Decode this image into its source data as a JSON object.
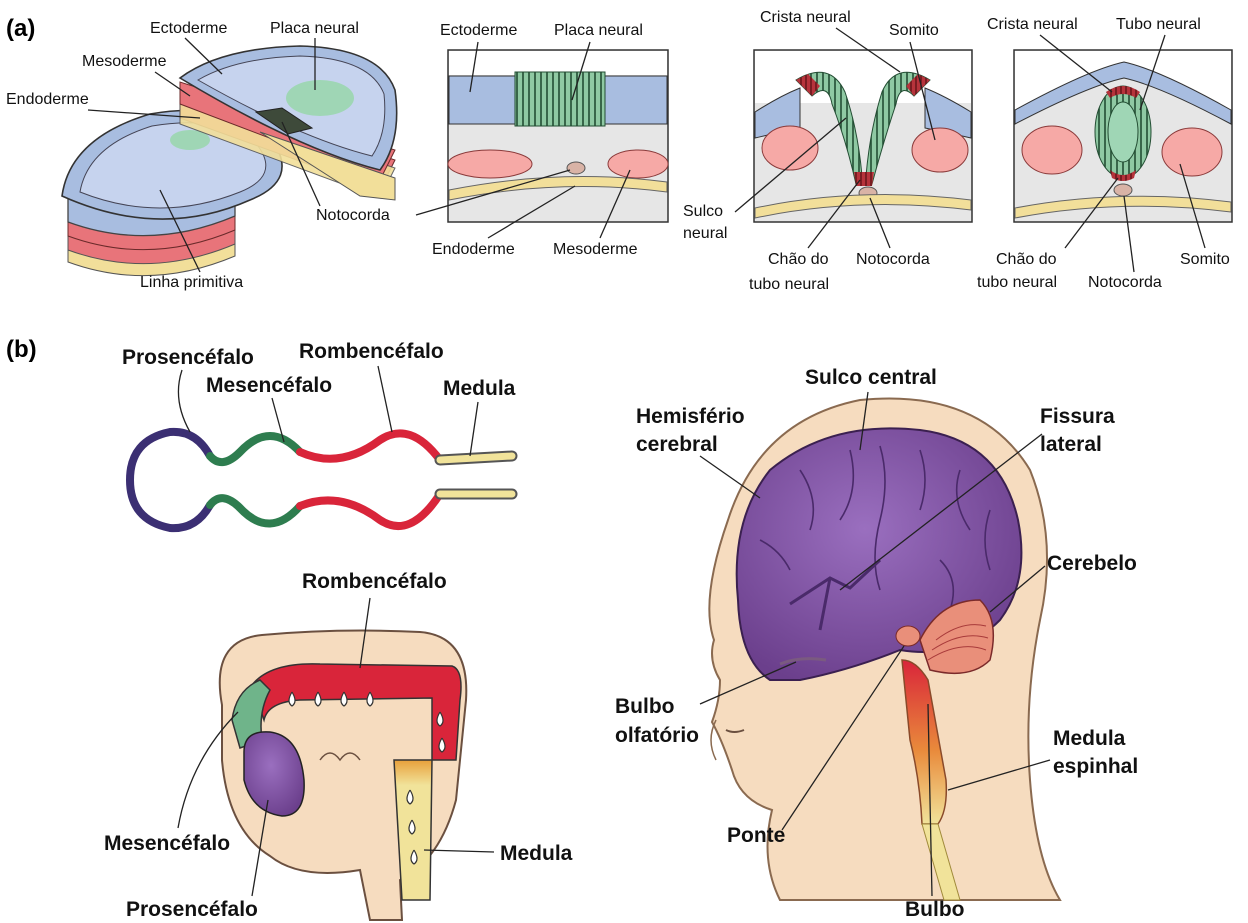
{
  "panel_a": {
    "tag": "(a)",
    "fig1": {
      "ectoderme": "Ectoderme",
      "placa_neural": "Placa neural",
      "mesoderme": "Mesoderme",
      "endoderme": "Endoderme",
      "notocorda": "Notocorda",
      "linha_primitiva": "Linha primitiva"
    },
    "fig2": {
      "ectoderme": "Ectoderme",
      "placa_neural": "Placa neural",
      "endoderme": "Endoderme",
      "mesoderme": "Mesoderme"
    },
    "fig3": {
      "crista_neural": "Crista neural",
      "somito": "Somito",
      "sulco_neural_1": "Sulco",
      "sulco_neural_2": "neural",
      "chao_1": "Chão do",
      "chao_2": "tubo neural",
      "notocorda": "Notocorda"
    },
    "fig4": {
      "crista_neural": "Crista neural",
      "tubo_neural": "Tubo neural",
      "chao_1": "Chão do",
      "chao_2": "tubo neural",
      "notocorda": "Notocorda",
      "somito": "Somito"
    }
  },
  "panel_b": {
    "tag": "(b)",
    "tube": {
      "prosencefalo": "Prosencéfalo",
      "mesencefalo": "Mesencéfalo",
      "rombencefalo": "Rombencéfalo",
      "medula": "Medula"
    },
    "embryo": {
      "rombencefalo": "Rombencéfalo",
      "mesencefalo": "Mesencéfalo",
      "prosencefalo": "Prosencéfalo",
      "medula": "Medula"
    },
    "adult": {
      "sulco_central": "Sulco central",
      "hemisferio_1": "Hemisfério",
      "hemisferio_2": "cerebral",
      "fissura_1": "Fissura",
      "fissura_2": "lateral",
      "cerebelo": "Cerebelo",
      "bulbo_olf_1": "Bulbo",
      "bulbo_olf_2": "olfatório",
      "medula_esp_1": "Medula",
      "medula_esp_2": "espinhal",
      "ponte": "Ponte",
      "bulbo": "Bulbo"
    }
  },
  "colors": {
    "ectoderm": "#a8bde0",
    "neural_plate": "#9fd6b5",
    "mesoderm": "#e8747a",
    "endoderm": "#f2df9a",
    "notochord_fill": "#d9b3a6",
    "prosencephalon": "#3b2f73",
    "mesencephalon": "#2e7d4f",
    "rhombencephalon": "#d9253a",
    "spinal_cord": "#f1e39a",
    "brain_purple": "#7c4f9c",
    "skin": "#f6dcbf"
  }
}
